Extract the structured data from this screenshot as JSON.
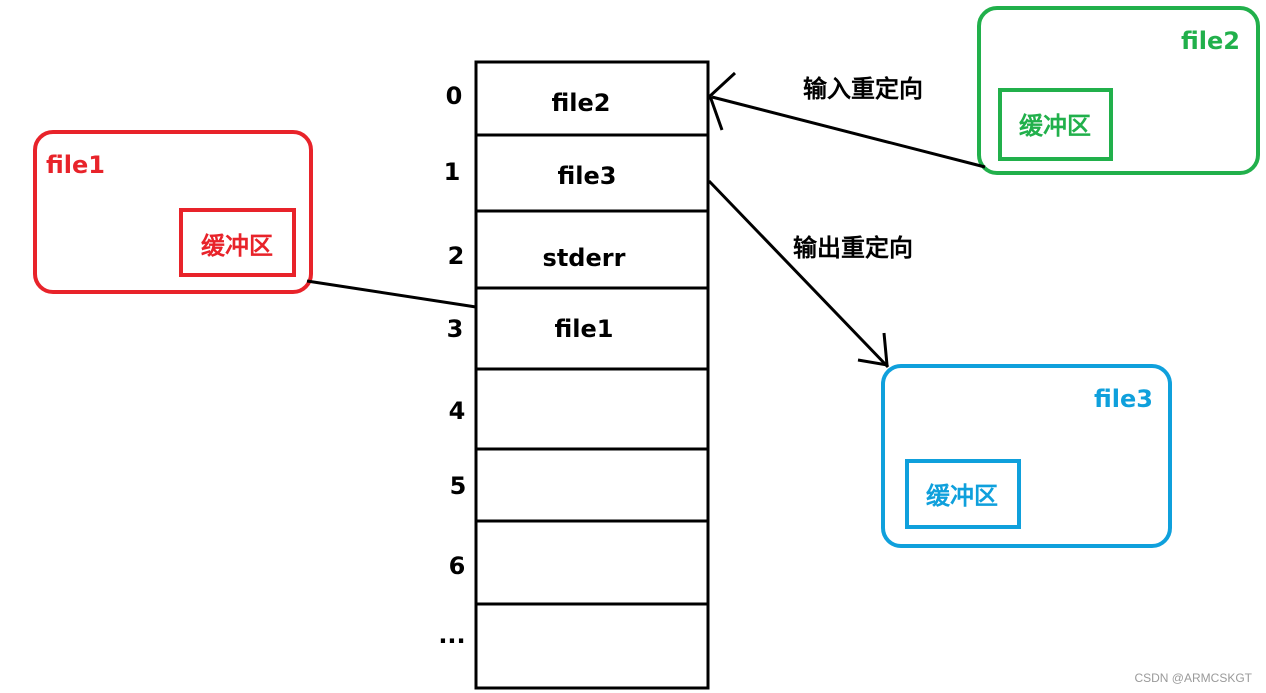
{
  "table": {
    "rows": [
      {
        "index": "0",
        "content": "file2"
      },
      {
        "index": "1",
        "content": "file3"
      },
      {
        "index": "2",
        "content": "stderr"
      },
      {
        "index": "3",
        "content": "file1"
      },
      {
        "index": "4",
        "content": ""
      },
      {
        "index": "5",
        "content": ""
      },
      {
        "index": "6",
        "content": ""
      },
      {
        "index": "...",
        "content": ""
      }
    ]
  },
  "files": {
    "file1": {
      "title": "file1",
      "buffer": "缓冲区",
      "color": "#e8232a"
    },
    "file2": {
      "title": "file2",
      "buffer": "缓冲区",
      "color": "#21b04b"
    },
    "file3": {
      "title": "file3",
      "buffer": "缓冲区",
      "color": "#0fa0dc"
    }
  },
  "arrows": {
    "input": "输入重定向",
    "output": "输出重定向"
  },
  "watermark": "CSDN @ARMCSKGT"
}
